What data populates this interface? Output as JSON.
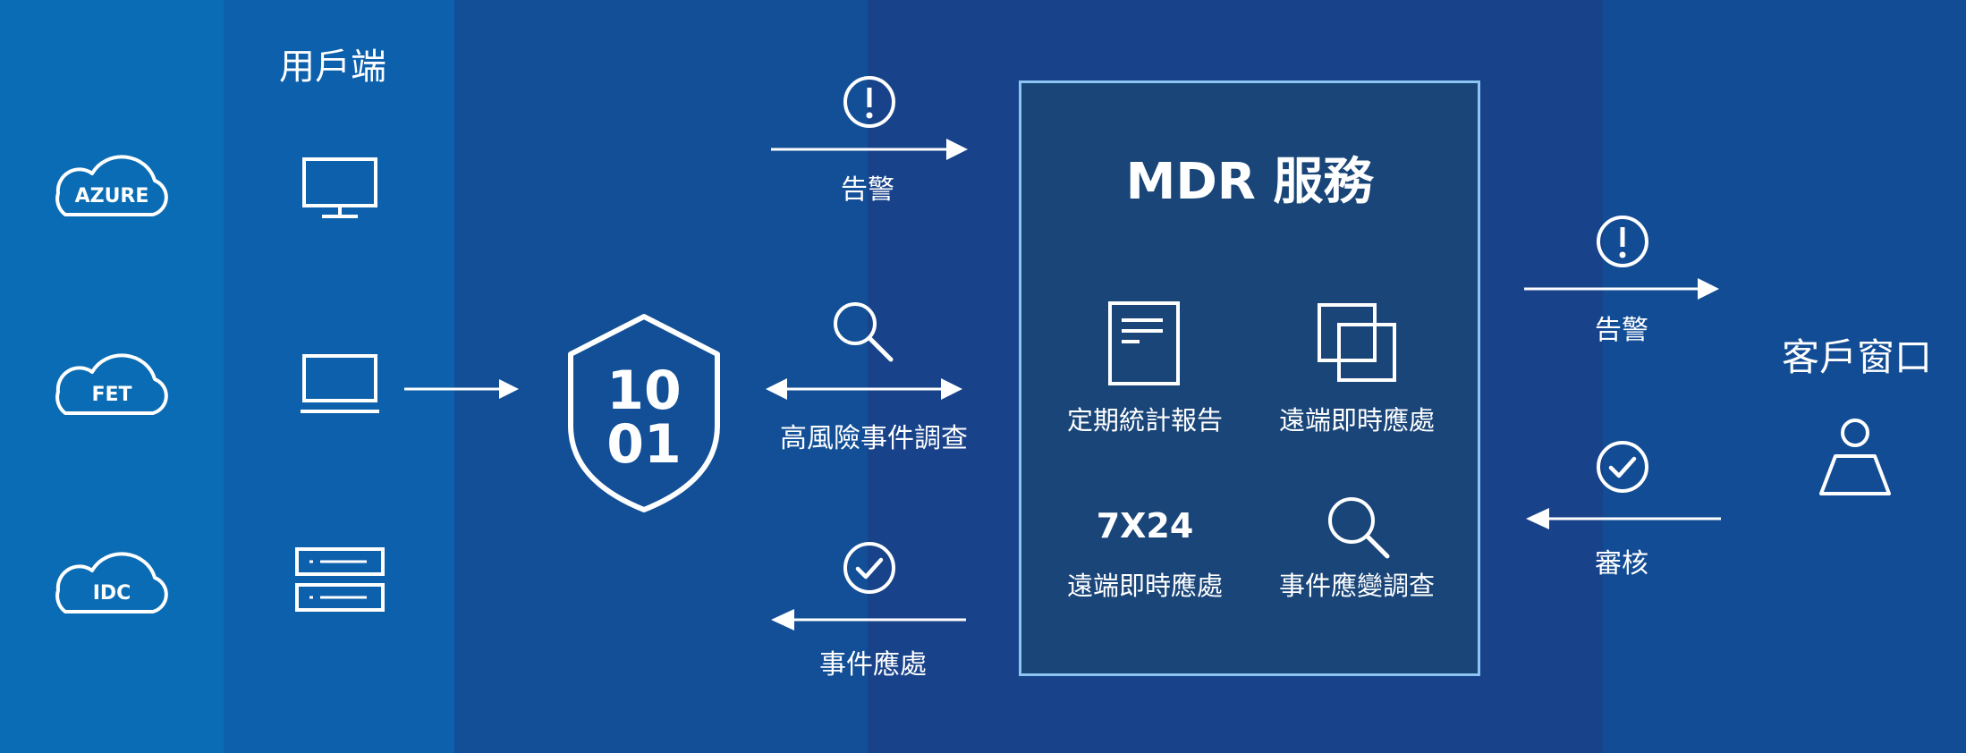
{
  "colors": {
    "band1": "#0a6cb4",
    "band2": "#0c60ac",
    "band3": "#124f97",
    "band4": "#18428a",
    "band5": "#114c95",
    "panel": "#194579",
    "panel_border": "#8ec4f2",
    "line": "#ffffff"
  },
  "clouds": [
    {
      "label": "AZURE",
      "icon": "cloud-icon"
    },
    {
      "label": "FET",
      "icon": "cloud-icon"
    },
    {
      "label": "IDC",
      "icon": "cloud-icon"
    }
  ],
  "endpoints": {
    "title": "用戶端",
    "devices": [
      "desktop-monitor-icon",
      "laptop-icon",
      "server-icon"
    ]
  },
  "shield": {
    "line1": "10",
    "line2": "01",
    "icon": "shield-icon"
  },
  "flows_left": {
    "alert": {
      "label": "告警",
      "icon": "exclamation-circle-icon"
    },
    "investigation": {
      "label": "高風險事件調查",
      "icon": "magnifier-icon"
    },
    "response": {
      "label": "事件應處",
      "icon": "check-circle-icon"
    }
  },
  "mdr": {
    "title": "MDR 服務",
    "services": [
      {
        "label": "定期統計報告",
        "icon": "document-icon"
      },
      {
        "label": "遠端即時應處",
        "icon": "overlapping-squares-icon"
      },
      {
        "label": "遠端即時應處",
        "headline": "7X24"
      },
      {
        "label": "事件應變調查",
        "icon": "magnifier-icon"
      }
    ]
  },
  "flows_right": {
    "alert": {
      "label": "告警",
      "icon": "exclamation-circle-icon"
    },
    "review": {
      "label": "審核",
      "icon": "check-circle-icon"
    }
  },
  "customer": {
    "title": "客戶窗口",
    "icon": "person-icon"
  }
}
